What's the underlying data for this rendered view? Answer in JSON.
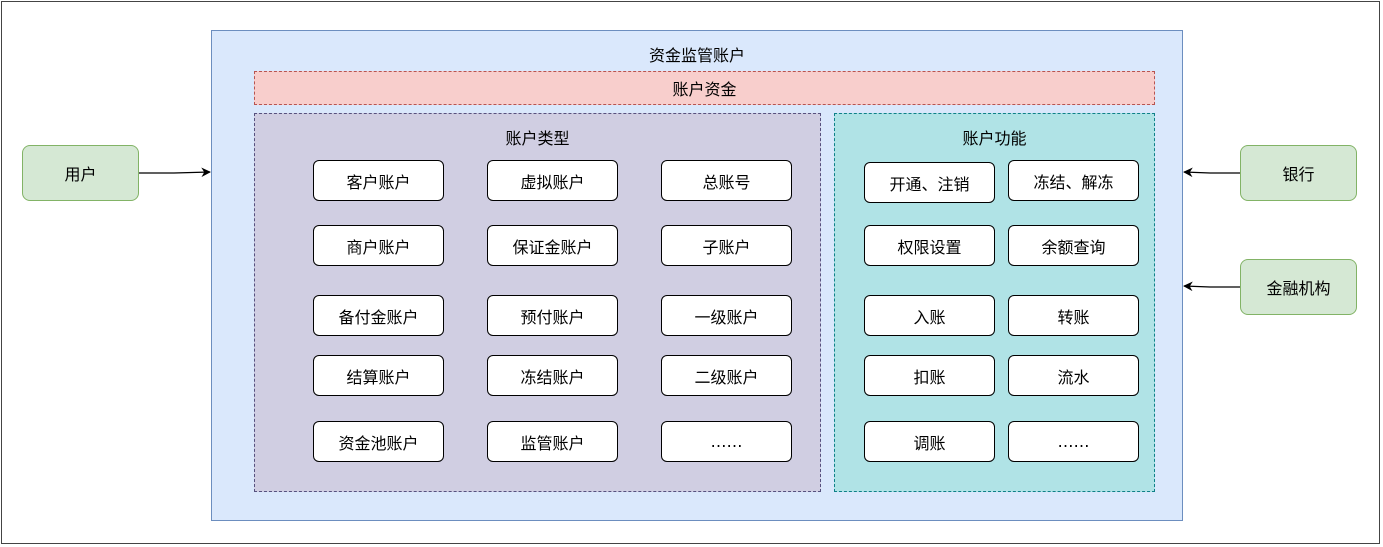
{
  "outer": {
    "title": "资金监管账户"
  },
  "funds": {
    "label": "账户资金"
  },
  "account_types": {
    "title": "账户类型",
    "items": [
      "客户账户",
      "虚拟账户",
      "总账号",
      "商户账户",
      "保证金账户",
      "子账户",
      "备付金账户",
      "预付账户",
      "一级账户",
      "结算账户",
      "冻结账户",
      "二级账户",
      "资金池账户",
      "监管账户",
      "……"
    ]
  },
  "account_functions": {
    "title": "账户功能",
    "items": [
      "开通、注销",
      "冻结、解冻",
      "权限设置",
      "余额查询",
      "入账",
      "转账",
      "扣账",
      "流水",
      "调账",
      "……"
    ]
  },
  "external": {
    "user": "用户",
    "bank": "银行",
    "financial_institution": "金融机构"
  },
  "colors": {
    "outer_fill": "#dae8fc",
    "outer_stroke": "#6c8ebf",
    "funds_fill": "#f8cecc",
    "funds_stroke": "#b85450",
    "types_fill": "#d0cee2",
    "types_stroke": "#56517e",
    "funcs_fill": "#b0e3e6",
    "funcs_stroke": "#0e8088",
    "external_fill": "#d5e8d4",
    "external_stroke": "#82b366"
  }
}
